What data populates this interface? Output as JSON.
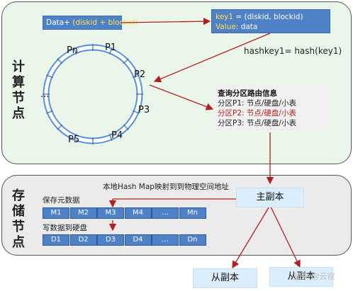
{
  "compute": {
    "label": "计算节点",
    "input_box": {
      "prefix": "Data+ ",
      "highlight": "(diskid + blockid)"
    },
    "kv_box": {
      "line1_key": "key1",
      "line1_rest": " = (diskid, blockid)",
      "line2_key": "Value:",
      "line2_rest": " data"
    },
    "hash_label": "hashkey1= hash(key1)",
    "ring_nodes": [
      "Pn",
      "P1",
      "P2",
      "P3",
      "P4",
      "P5",
      "..."
    ],
    "route_box": {
      "title": "查询分区路由信息",
      "rows": [
        {
          "text": "分区P1: 节点/硬盘/小表",
          "highlight": false
        },
        {
          "text": "分区P2: 节点/硬盘/小表",
          "highlight": true
        },
        {
          "text": "分区P3: 节点/硬盘/小表",
          "highlight": false
        }
      ]
    }
  },
  "storage": {
    "label": "存储节点",
    "map_label": "本地Hash Map映射到到物理空间地址",
    "meta_label": "保存元数据",
    "meta_cells": [
      "M1",
      "M2",
      "M3",
      "M4",
      "...",
      "Mn"
    ],
    "disk_label": "写数据到硬盘",
    "disk_cells": [
      "D1",
      "D2",
      "D3",
      "D4",
      "...",
      "Dn"
    ],
    "primary": "主副本",
    "replicas": [
      "从副本",
      "从副本"
    ]
  },
  "watermark": "知乎 @云视",
  "colors": {
    "arrow": "#b02020",
    "box_blue": "#4f81c7",
    "ring": "#5b8fd6",
    "highlight_yellow": "#ffe14a"
  }
}
